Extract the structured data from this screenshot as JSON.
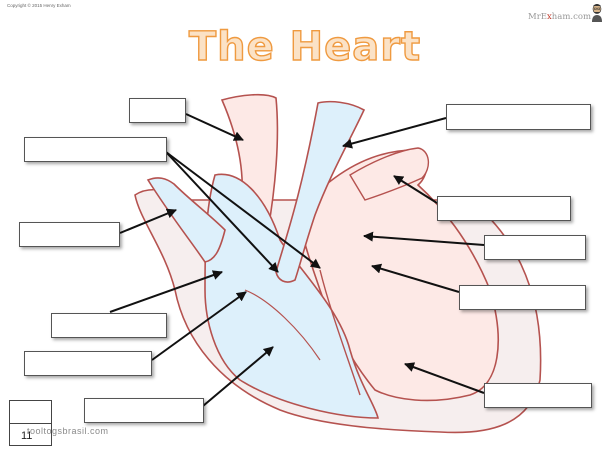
{
  "header": {
    "copyright": "Copyright © 2015 Henry Exham",
    "brand_prefix": "MrE",
    "brand_accent": "x",
    "brand_suffix": "ham.com"
  },
  "title": "The Heart",
  "footer": {
    "page_number": "11",
    "watermark": "tooltogsbrasil.com"
  },
  "colors": {
    "title_fill": "#fbe2c6",
    "title_outline": "#ef9a40",
    "heart_outline": "#b5524f",
    "oxygenated_fill": "#fde9e6",
    "deoxygenated_fill": "#ddf0fb"
  }
}
